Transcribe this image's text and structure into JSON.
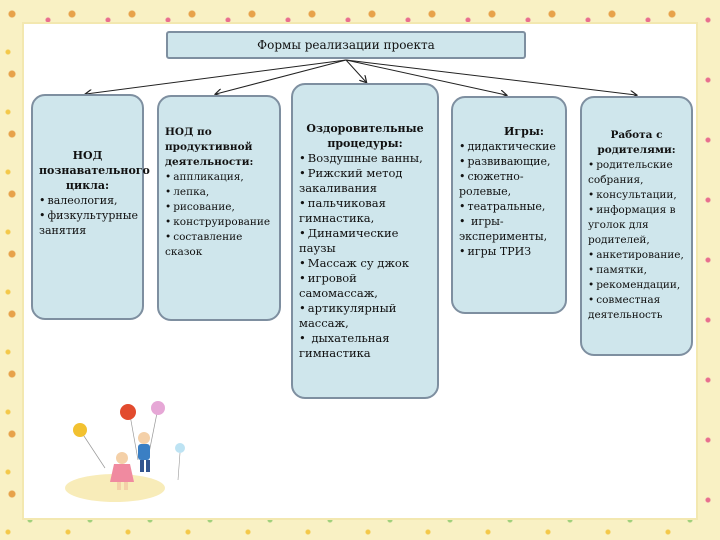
{
  "title": "Формы  реализации проекта",
  "cards": [
    {
      "heading": "НОД познавательного цикла:",
      "items": [
        "валеология,",
        "физкультурные занятия"
      ]
    },
    {
      "heading": "НОД по продуктивной деятельности:",
      "items": [
        "аппликация,",
        "лепка,",
        "рисование,",
        "конструирование",
        "составление сказок"
      ]
    },
    {
      "heading": "Оздоровительные процедуры:",
      "items": [
        "Воздушные ванны,",
        "Рижский метод закаливания",
        "пальчиковая гимнастика,",
        "Динамические паузы",
        "Массаж су джок",
        "игровой самомассаж,",
        "артикулярный массаж,",
        " дыхательная гимнастика"
      ]
    },
    {
      "heading": "Игры:",
      "items": [
        "дидактические",
        "развивающие,",
        "сюжетно-ролевые,",
        "театральные,",
        " игры-эксперименты,",
        "игры ТРИЗ"
      ]
    },
    {
      "heading": "Работа с родителями:",
      "items": [
        "родительские собрания,",
        "консультации,",
        "информация в уголок для родителей,",
        "анкетирование,",
        "памятки,",
        "рекомендации,",
        "совместная деятельность"
      ]
    }
  ],
  "colors": {
    "box_fill": "#cfe6ec",
    "box_border": "#7e8fa0",
    "frame_bg": "#f9f1c4"
  },
  "decoration": "children-with-balloons-illustration"
}
